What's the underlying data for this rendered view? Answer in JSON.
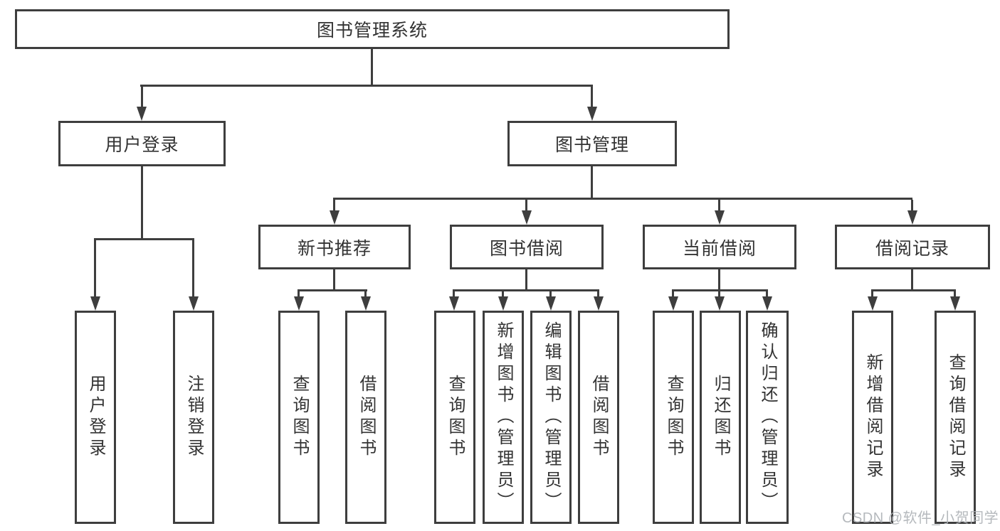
{
  "colors": {
    "line": "#3e3e3e",
    "box_border": "#3e3e3e",
    "text": "#333333",
    "background": "#ffffff",
    "watermark": "#aeb2b6"
  },
  "diagram": {
    "root": {
      "label": "图书管理系统"
    },
    "branches": [
      {
        "label": "用户登录",
        "children": [
          {
            "label": "用户登录"
          },
          {
            "label": "注销登录"
          }
        ]
      },
      {
        "label": "图书管理",
        "children": [
          {
            "label": "新书推荐",
            "children": [
              {
                "label": "查询图书"
              },
              {
                "label": "借阅图书"
              }
            ]
          },
          {
            "label": "图书借阅",
            "children": [
              {
                "label": "查询图书"
              },
              {
                "label": "新增图书（管理员）"
              },
              {
                "label": "编辑图书（管理员）"
              },
              {
                "label": "借阅图书"
              }
            ]
          },
          {
            "label": "当前借阅",
            "children": [
              {
                "label": "查询图书"
              },
              {
                "label": "归还图书"
              },
              {
                "label": "确认归还（管理员）"
              }
            ]
          },
          {
            "label": "借阅记录",
            "children": [
              {
                "label": "新增借阅记录"
              },
              {
                "label": "查询借阅记录"
              }
            ]
          }
        ]
      }
    ]
  },
  "watermark": {
    "text": "CSDN @软件_小贺同学"
  }
}
